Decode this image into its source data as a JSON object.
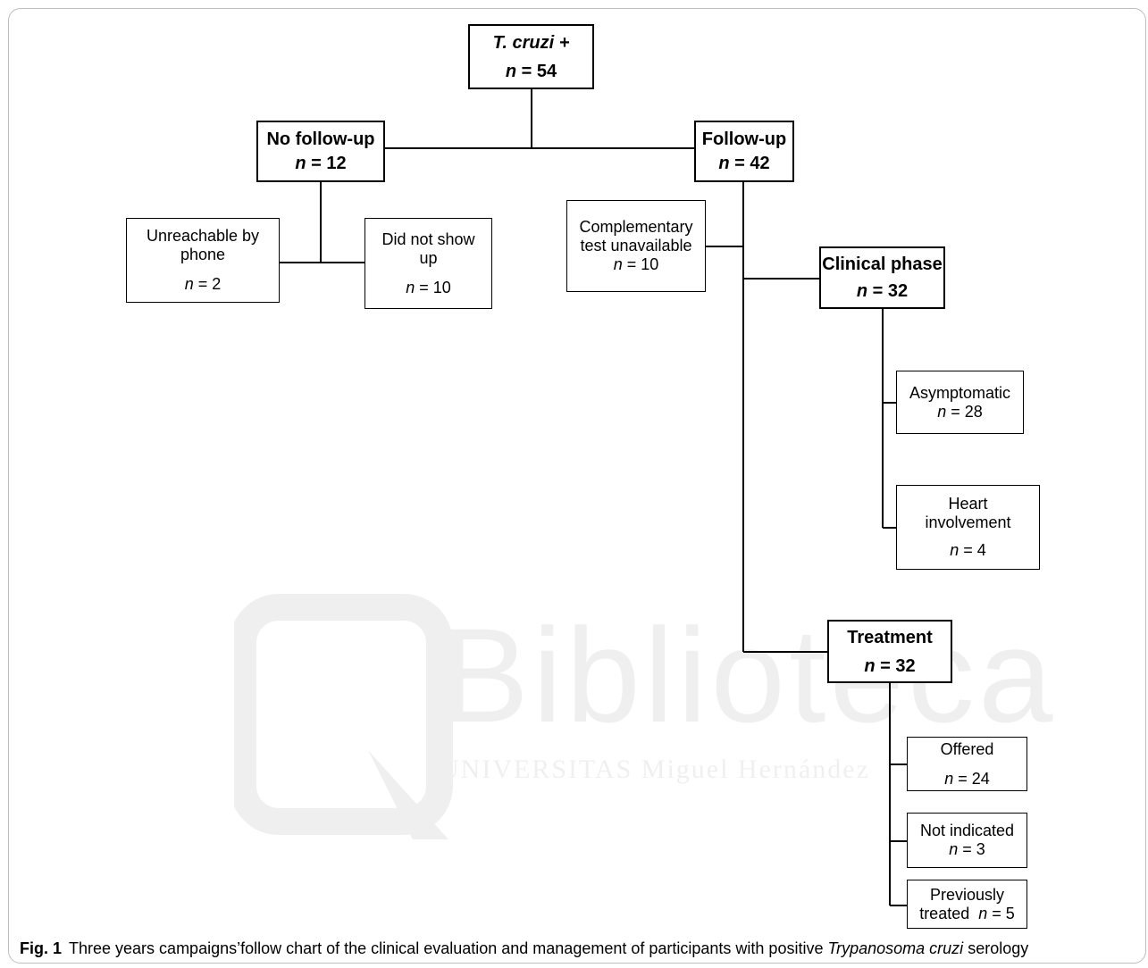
{
  "root": {
    "title": "T. cruzi +",
    "n": "54"
  },
  "no_followup": {
    "title": "No follow-up",
    "n": "12"
  },
  "followup": {
    "title": "Follow-up",
    "n": "42"
  },
  "unreachable": {
    "line1": "Unreachable by",
    "line2": "phone",
    "n": "2"
  },
  "did_not_show": {
    "line1": "Did not show",
    "line2": "up",
    "n": "10"
  },
  "complementary": {
    "line1": "Complementary",
    "line2": "test unavailable",
    "n": "10"
  },
  "clinical_phase": {
    "title": "Clinical phase",
    "n": "32"
  },
  "asymptomatic": {
    "title": "Asymptomatic",
    "n": "28"
  },
  "heart": {
    "line1": "Heart",
    "line2": "involvement",
    "n": "4"
  },
  "treatment": {
    "title": "Treatment",
    "n": "32"
  },
  "offered": {
    "title": "Offered",
    "n": "24"
  },
  "not_indicated": {
    "title": "Not indicated",
    "n": "3"
  },
  "previously": {
    "line1": "Previously",
    "line2": "treated",
    "n": "5"
  },
  "n_symbol": "n",
  "caption": {
    "label": "Fig. 1",
    "text_before": "Three years campaigns’follow chart of the clinical evaluation and management of participants with positive ",
    "italic": "Trypanosoma cruzi",
    "text_after": " serology"
  },
  "watermark": {
    "title": "Biblioteca",
    "subtitle": "UNIVERSITAS Miguel Hernández"
  }
}
